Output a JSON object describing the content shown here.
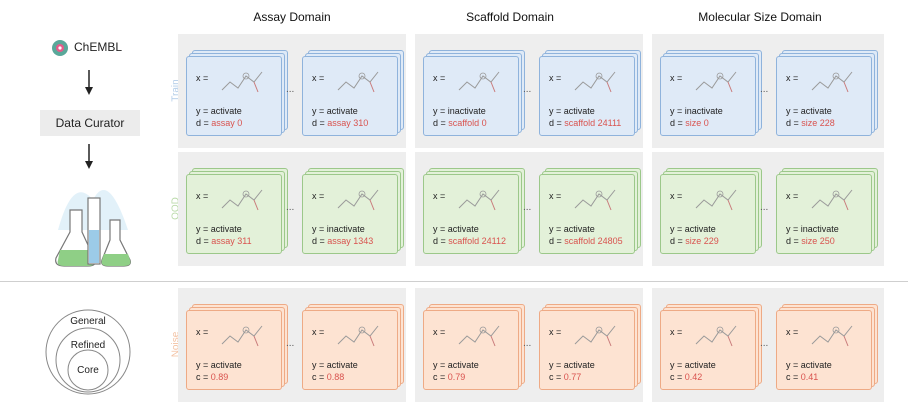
{
  "columns": [
    "Assay Domain",
    "Scaffold Domain",
    "Molecular Size Domain"
  ],
  "rows": [
    "Train",
    "OOD",
    "Noise"
  ],
  "flow": {
    "source": "ChEMBL",
    "curator": "Data Curator",
    "levels": [
      "General",
      "Refined",
      "Core"
    ]
  },
  "x_label": "x =",
  "ellipsis": "...",
  "cards": {
    "train": [
      [
        {
          "y": "y = activate",
          "k": "d = ",
          "v": "assay 0"
        },
        {
          "y": "y = activate",
          "k": "d = ",
          "v": "assay 310"
        }
      ],
      [
        {
          "y": "y = inactivate",
          "k": "d = ",
          "v": "scaffold 0"
        },
        {
          "y": "y = activate",
          "k": "d = ",
          "v": "scaffold 24111"
        }
      ],
      [
        {
          "y": "y = inactivate",
          "k": "d = ",
          "v": "size 0"
        },
        {
          "y": "y = activate",
          "k": "d = ",
          "v": "size 228"
        }
      ]
    ],
    "ood": [
      [
        {
          "y": "y = activate",
          "k": "d = ",
          "v": "assay 311"
        },
        {
          "y": "y = inactivate",
          "k": "d = ",
          "v": "assay 1343"
        }
      ],
      [
        {
          "y": "y = activate",
          "k": "d = ",
          "v": "scaffold 24112"
        },
        {
          "y": "y = activate",
          "k": "d = ",
          "v": "scaffold 24805"
        }
      ],
      [
        {
          "y": "y = activate",
          "k": "d = ",
          "v": "size 229"
        },
        {
          "y": "y = inactivate",
          "k": "d = ",
          "v": "size 250"
        }
      ]
    ],
    "noise": [
      [
        {
          "y": "y = activate",
          "k": "c = ",
          "v": "0.89"
        },
        {
          "y": "y = activate",
          "k": "c = ",
          "v": "0.88"
        }
      ],
      [
        {
          "y": "y = activate",
          "k": "c = ",
          "v": "0.79"
        },
        {
          "y": "y = activate",
          "k": "c = ",
          "v": "0.77"
        }
      ],
      [
        {
          "y": "y = activate",
          "k": "c = ",
          "v": "0.42"
        },
        {
          "y": "y = activate",
          "k": "c = ",
          "v": "0.41"
        }
      ]
    ]
  },
  "colors": {
    "train": "#dfeaf7",
    "ood": "#e3f1d9",
    "noise": "#fde3d2",
    "value": "#d9534f"
  }
}
